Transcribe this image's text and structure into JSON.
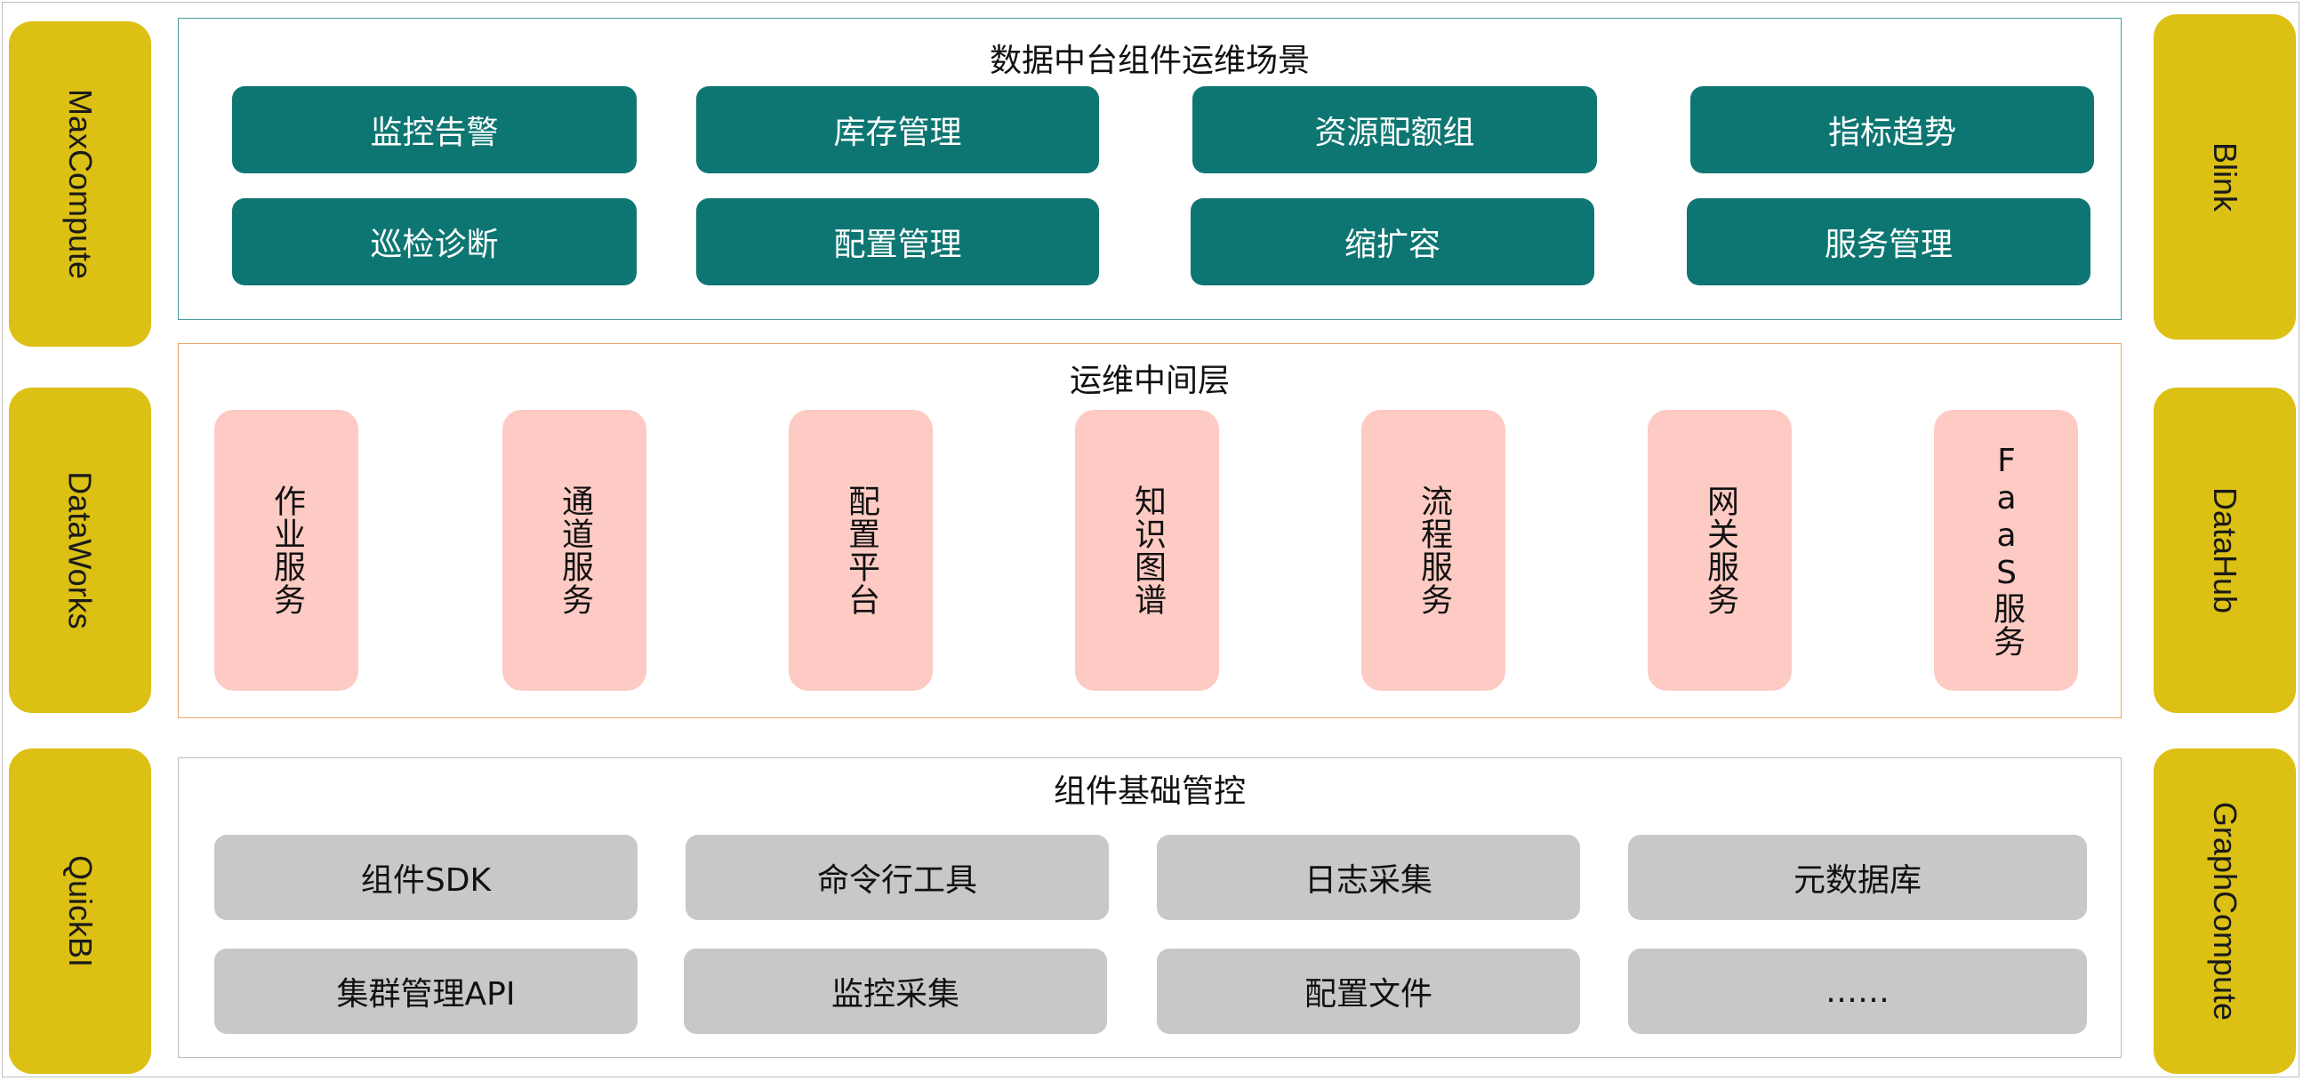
{
  "left_labels": [
    "MaxCompute",
    "DataWorks",
    "QuickBI"
  ],
  "right_labels": [
    "Blink",
    "DataHub",
    "GraphCompute"
  ],
  "top": {
    "title": "数据中台组件运维场景",
    "items": [
      "监控告警",
      "库存管理",
      "资源配额组",
      "指标趋势",
      "巡检诊断",
      "配置管理",
      "缩扩容",
      "服务管理"
    ]
  },
  "middle": {
    "title": "运维中间层",
    "items": [
      "作业服务",
      "通道服务",
      "配置平台",
      "知识图谱",
      "流程服务",
      "网关服务",
      "FaaS服务"
    ]
  },
  "bottom": {
    "title": "组件基础管控",
    "items": [
      "组件SDK",
      "命令行工具",
      "日志采集",
      "元数据库",
      "集群管理API",
      "监控采集",
      "配置文件",
      "……"
    ]
  },
  "colors": {
    "side": "#dcc014",
    "top_box": "#0e7672",
    "middle_box": "#fdcbc4",
    "bottom_box": "#c6c8ca",
    "top_border": "#4a9aa0",
    "middle_border": "#e9a66a",
    "bottom_border": "#bcbcbc"
  }
}
